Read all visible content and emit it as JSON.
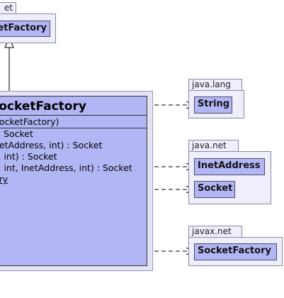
{
  "parent_package": {
    "tab": "et",
    "class_label": "etFactory"
  },
  "main_class": {
    "name": "SocketFactory",
    "attributes": [
      "SocketFactory)"
    ],
    "operations": [
      "Socket",
      "netAddress, int) : Socket",
      "s, int) : Socket",
      "s, int, InetAddress, int) : Socket",
      "ory"
    ]
  },
  "packages": [
    {
      "name": "java.lang",
      "classes": [
        "String"
      ]
    },
    {
      "name": "java.net",
      "classes": [
        "InetAddress",
        "Socket"
      ]
    },
    {
      "name": "javax.net",
      "classes": [
        "SocketFactory"
      ]
    }
  ],
  "colors": {
    "class_fill": "#b3b6f5",
    "package_fill": "#eeeefc",
    "line": "#000000"
  }
}
